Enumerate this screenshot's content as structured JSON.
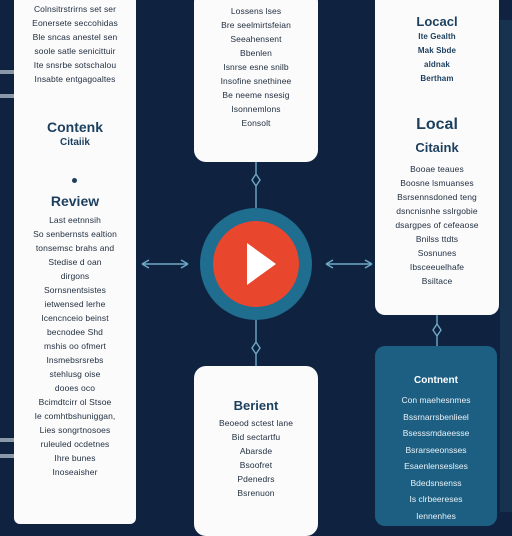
{
  "colors": {
    "background": "#0f2340",
    "panel": "#fbfbfc",
    "accent_dark": "#1d5f82",
    "hub_ring": "#1f6d8f",
    "play": "#e8472e",
    "connector": "#6fa9c8"
  },
  "center_hub": {
    "icon": "play-icon"
  },
  "left_panel": {
    "top_lines": [
      "Colnsitrstrirns set ser",
      "Eonersete seccohidas",
      "Ble sncas anestel sen",
      "soole satle senicittuir",
      "Ite snsrbe sotschalou",
      "Insabte entgagoaltes"
    ],
    "heading1": "Contenk",
    "heading1_sub": "Citaiik",
    "heading2": "Review",
    "body_lines": [
      "Last eetnnsih",
      "So senbernsts ealtion",
      "tonsemsc brahs and",
      "Stedise d oan",
      "dirgons",
      "Sornsnentsistes",
      "ietwensed lerhe",
      "Icencnceio beinst",
      "becnodee Shd",
      "mshis oo ofmert",
      "Insmebsrsrebs",
      "stehlusg oise",
      "dooes oco",
      "Bcimdtcirr ol Stsoe",
      "Ie comhtbshuniggan,",
      "Lies songrtnosoes",
      "ruleuled ocdetnes",
      "Ihre bunes",
      "Inoseaisher"
    ]
  },
  "top_center_card": {
    "lines": [
      "Lossens lses",
      "Bre seelmirtsfeian",
      "Seeahensent",
      "Bbenlen",
      "Isnrse esne snilb",
      "Insofine snethinee",
      "Be neeme nsesig",
      "Isonnemlons",
      "Eonsolt"
    ]
  },
  "top_right_card": {
    "heading1": "Locacl",
    "small_lines": [
      "Ite Gealth",
      "Mak Sbde",
      "aldnak",
      "Bertham"
    ],
    "heading2": "Local",
    "heading2_sub": "Citaink",
    "body_lines": [
      "Booae teaues",
      "Boosne lsmuanses",
      "Bsrsennsdoned teng",
      "dsncnisnhe sslrgobie",
      "dsargpes of cefeaose",
      "Bnilss ttdts",
      "Sosnunes",
      "Ibsceeuelhafe",
      "Bsiltace"
    ]
  },
  "bottom_center_card": {
    "heading": "Berient",
    "body_lines": [
      "Beoeod sctest lane",
      "Bid sectartfu",
      "Abarsde",
      "Bsoofret",
      "Pdenedrs",
      "Bsrenuon"
    ]
  },
  "bottom_right_card": {
    "heading": "Contnent",
    "body_lines": [
      "Con maehesnmes",
      "Bssrnarrsbenlieel",
      "Bsesssmdaeesse",
      "Bsrarseeonsses",
      "Esaenlenseslses",
      "Bdedsnsenss",
      "Is clrbeereses",
      "Iennenhes"
    ]
  }
}
